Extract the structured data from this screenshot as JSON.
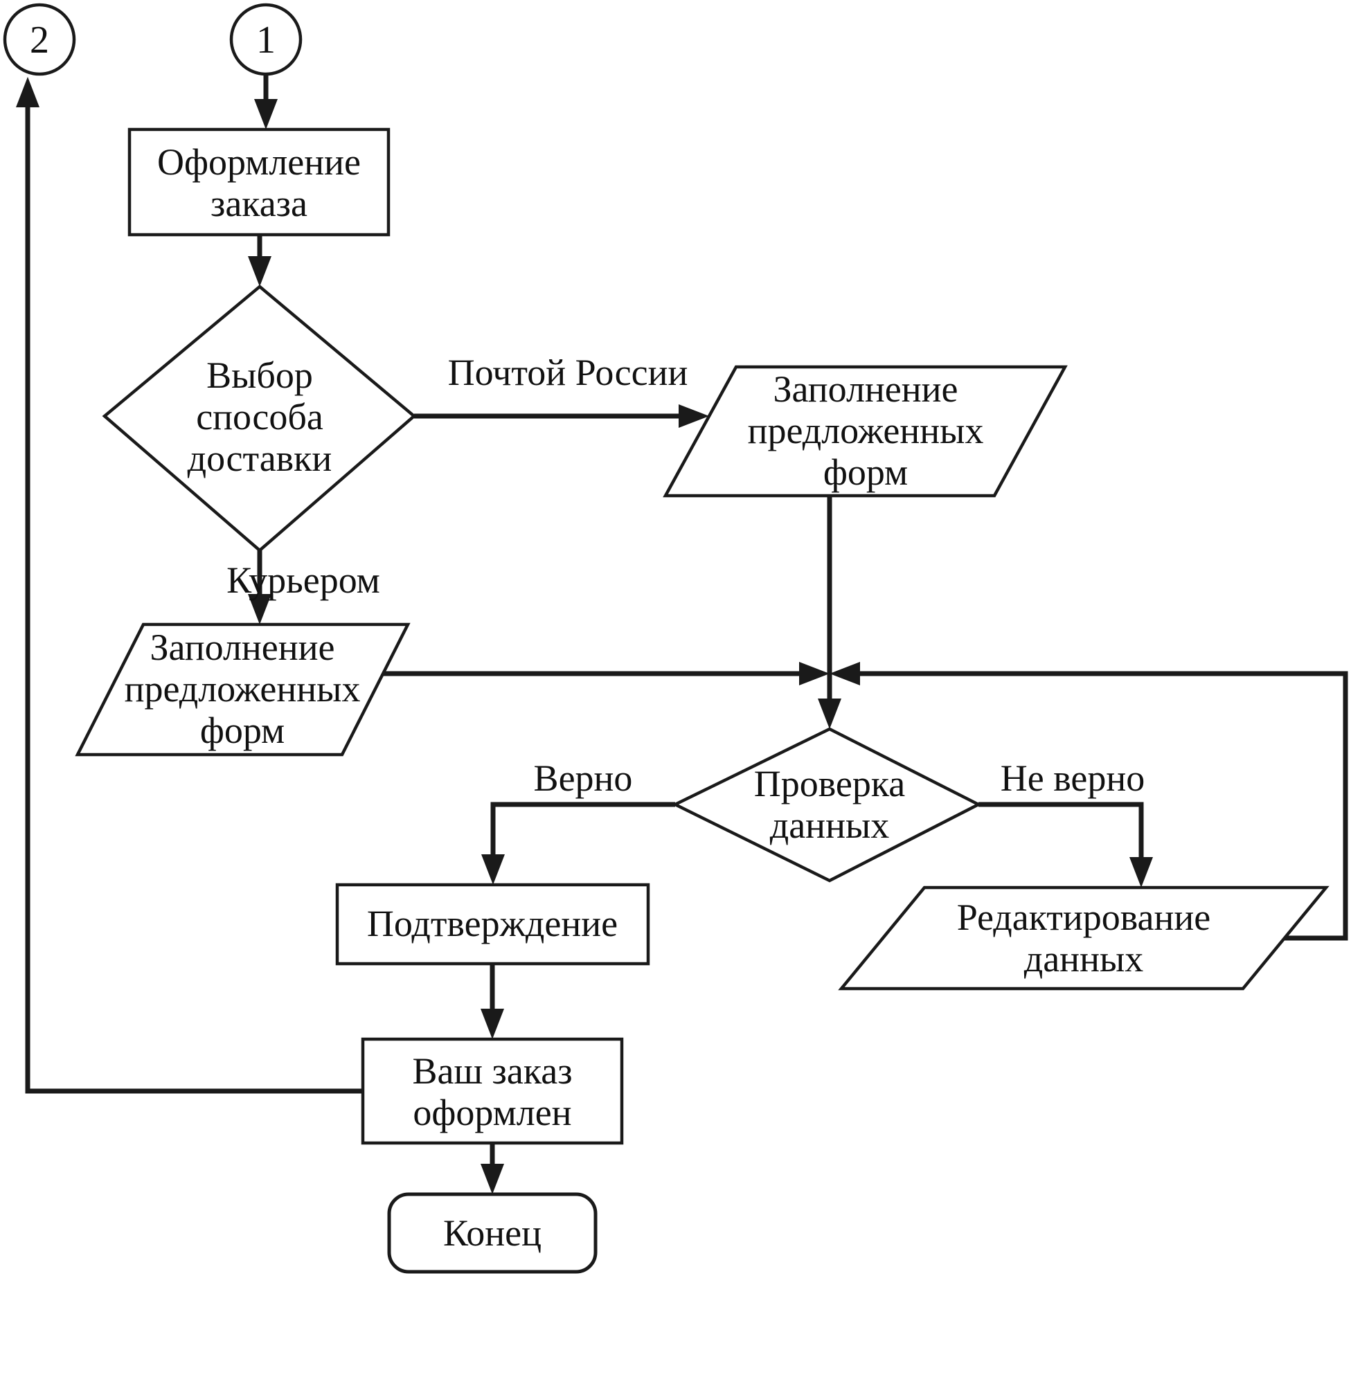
{
  "diagram": {
    "type": "flowchart",
    "language": "ru",
    "background": "#ffffff",
    "line_color": "#1a1a1a",
    "text_color": "#111111"
  },
  "nodes": {
    "page_connector_2": {
      "shape": "circle",
      "label": "2"
    },
    "page_connector_1": {
      "shape": "circle",
      "label": "1"
    },
    "order_registration": {
      "shape": "process",
      "lines": [
        "Оформление",
        "заказа"
      ]
    },
    "delivery_method_choice": {
      "shape": "decision",
      "lines": [
        "Выбор",
        "способа",
        "доставки"
      ]
    },
    "fill_forms_post": {
      "shape": "data",
      "lines": [
        "Заполнение",
        "предложенных",
        "форм"
      ]
    },
    "fill_forms_courier": {
      "shape": "data",
      "lines": [
        "Заполнение",
        "предложенных",
        "форм"
      ]
    },
    "data_check": {
      "shape": "decision",
      "lines": [
        "Проверка",
        "данных"
      ]
    },
    "confirmation": {
      "shape": "process",
      "lines": [
        "Подтверждение"
      ]
    },
    "data_editing": {
      "shape": "data",
      "lines": [
        "Редактирование",
        "данных"
      ]
    },
    "order_completed": {
      "shape": "process",
      "lines": [
        "Ваш заказ",
        "оформлен"
      ]
    },
    "end_terminator": {
      "shape": "terminator",
      "lines": [
        "Конец"
      ]
    }
  },
  "edge_labels": {
    "by_post": "Почтой России",
    "by_courier": "Курьером",
    "valid": "Верно",
    "invalid": "Не верно"
  }
}
